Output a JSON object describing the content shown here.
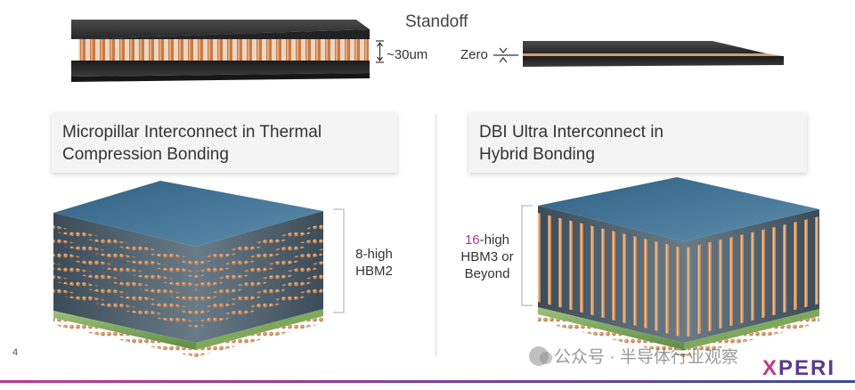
{
  "standoff": {
    "title": "Standoff",
    "left_gap_label": "~30um",
    "right_gap_label": "Zero"
  },
  "panels": {
    "left": {
      "title_line1": "Micropillar Interconnect in Thermal",
      "title_line2": "Compression Bonding",
      "stack_line1": "8-high",
      "stack_line2": "HBM2"
    },
    "right": {
      "title_line1": "DBI Ultra Interconnect in",
      "title_line2": "Hybrid Bonding",
      "stack_highlight": "16",
      "stack_line1_rest": "-high",
      "stack_line2": "HBM3 or",
      "stack_line3": "Beyond"
    }
  },
  "footer": {
    "page_number": "4",
    "watermark": "公众号 · 半导体行业观察",
    "logo_x": "X",
    "logo_rest": "PERI"
  },
  "colors": {
    "die_dark": "#2e2e2e",
    "pillar": "#c97a45",
    "stack_top": "#3f7597",
    "accent": "#a33a8a",
    "logo": "#5a3a8f"
  }
}
